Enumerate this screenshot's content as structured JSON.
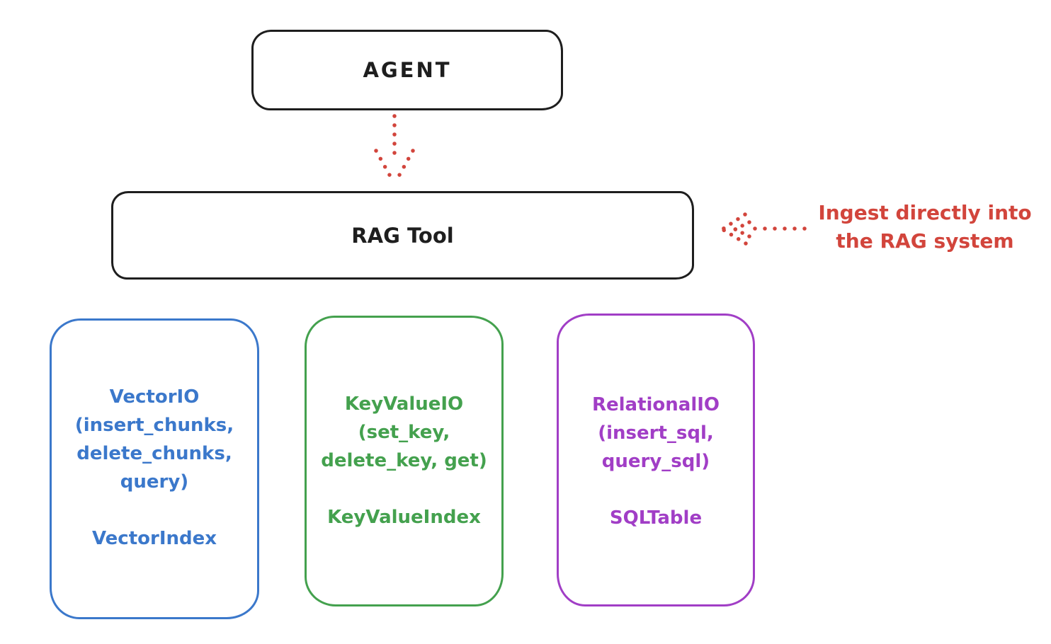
{
  "colors": {
    "outline": "#1e1e1e",
    "red": "#d2453c",
    "blue": "#3b78cb",
    "green": "#44a14e",
    "purple": "#a13ec6",
    "background": "#ffffff"
  },
  "agent_node": {
    "label": "AGENT"
  },
  "rag_node": {
    "label": "RAG Tool"
  },
  "ingest_annotation": {
    "line1": "Ingest directly into",
    "line2": "the RAG system"
  },
  "arrows": [
    {
      "id": "agent-to-rag-tool",
      "style": "dotted",
      "direction": "down"
    },
    {
      "id": "ingest-into-rag-tool",
      "style": "dotted",
      "direction": "left"
    }
  ],
  "storage_nodes": [
    {
      "name": "VectorIO",
      "ops": [
        "(insert_chunks,",
        "delete_chunks,",
        "query)"
      ],
      "index_label": "VectorIndex",
      "color": "#3b78cb"
    },
    {
      "name": "KeyValueIO",
      "ops": [
        "(set_key,",
        "delete_key, get)"
      ],
      "index_label": "KeyValueIndex",
      "color": "#44a14e"
    },
    {
      "name": "RelationalIO",
      "ops": [
        "(insert_sql,",
        "query_sql)"
      ],
      "index_label": "SQLTable",
      "color": "#a13ec6"
    }
  ]
}
